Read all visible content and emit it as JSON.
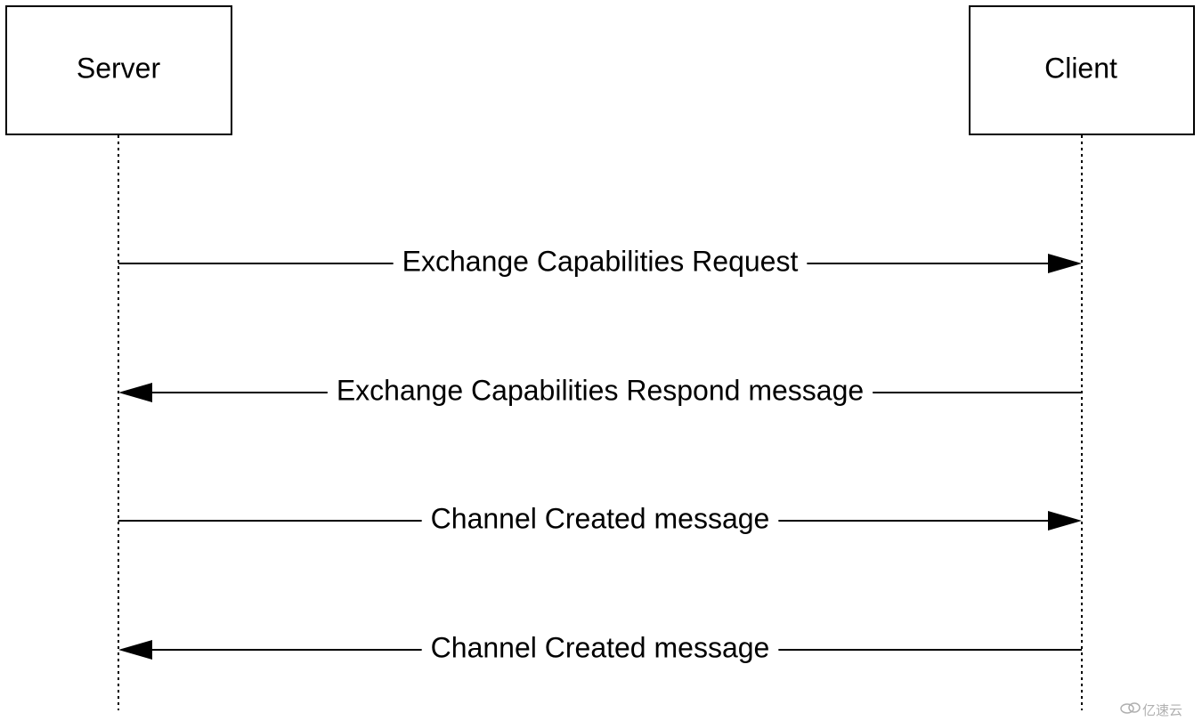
{
  "participants": {
    "server": {
      "label": "Server"
    },
    "client": {
      "label": "Client"
    }
  },
  "messages": [
    {
      "from": "server",
      "to": "client",
      "label": "Exchange Capabilities Request"
    },
    {
      "from": "client",
      "to": "server",
      "label": "Exchange Capabilities Respond message"
    },
    {
      "from": "server",
      "to": "client",
      "label": "Channel Created message"
    },
    {
      "from": "client",
      "to": "server",
      "label": "Channel Created message"
    }
  ],
  "watermark": {
    "text": "亿速云"
  }
}
